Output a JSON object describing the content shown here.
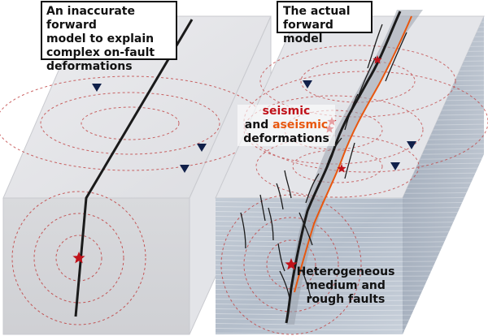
{
  "left_panel": {
    "caption_lines": [
      "An inaccurate forward",
      "model to explain",
      "complex on-fault",
      "deformations"
    ]
  },
  "right_panel": {
    "caption_lines": [
      "The actual",
      "forward model"
    ],
    "deformation_label": {
      "seismic": "seismic",
      "and": "and",
      "aseismic": "aseismic",
      "deformations": "deformations"
    },
    "medium_label_lines": [
      "Heterogeneous",
      "medium and",
      "rough faults"
    ]
  },
  "colors": {
    "seismic": "#c0121a",
    "aseismic": "#e8570f",
    "fault": "#1a1a1a",
    "station": "#10204a",
    "ring": "#c04040"
  },
  "icons": {
    "station": "inverted-triangle",
    "epicenter": "star"
  }
}
